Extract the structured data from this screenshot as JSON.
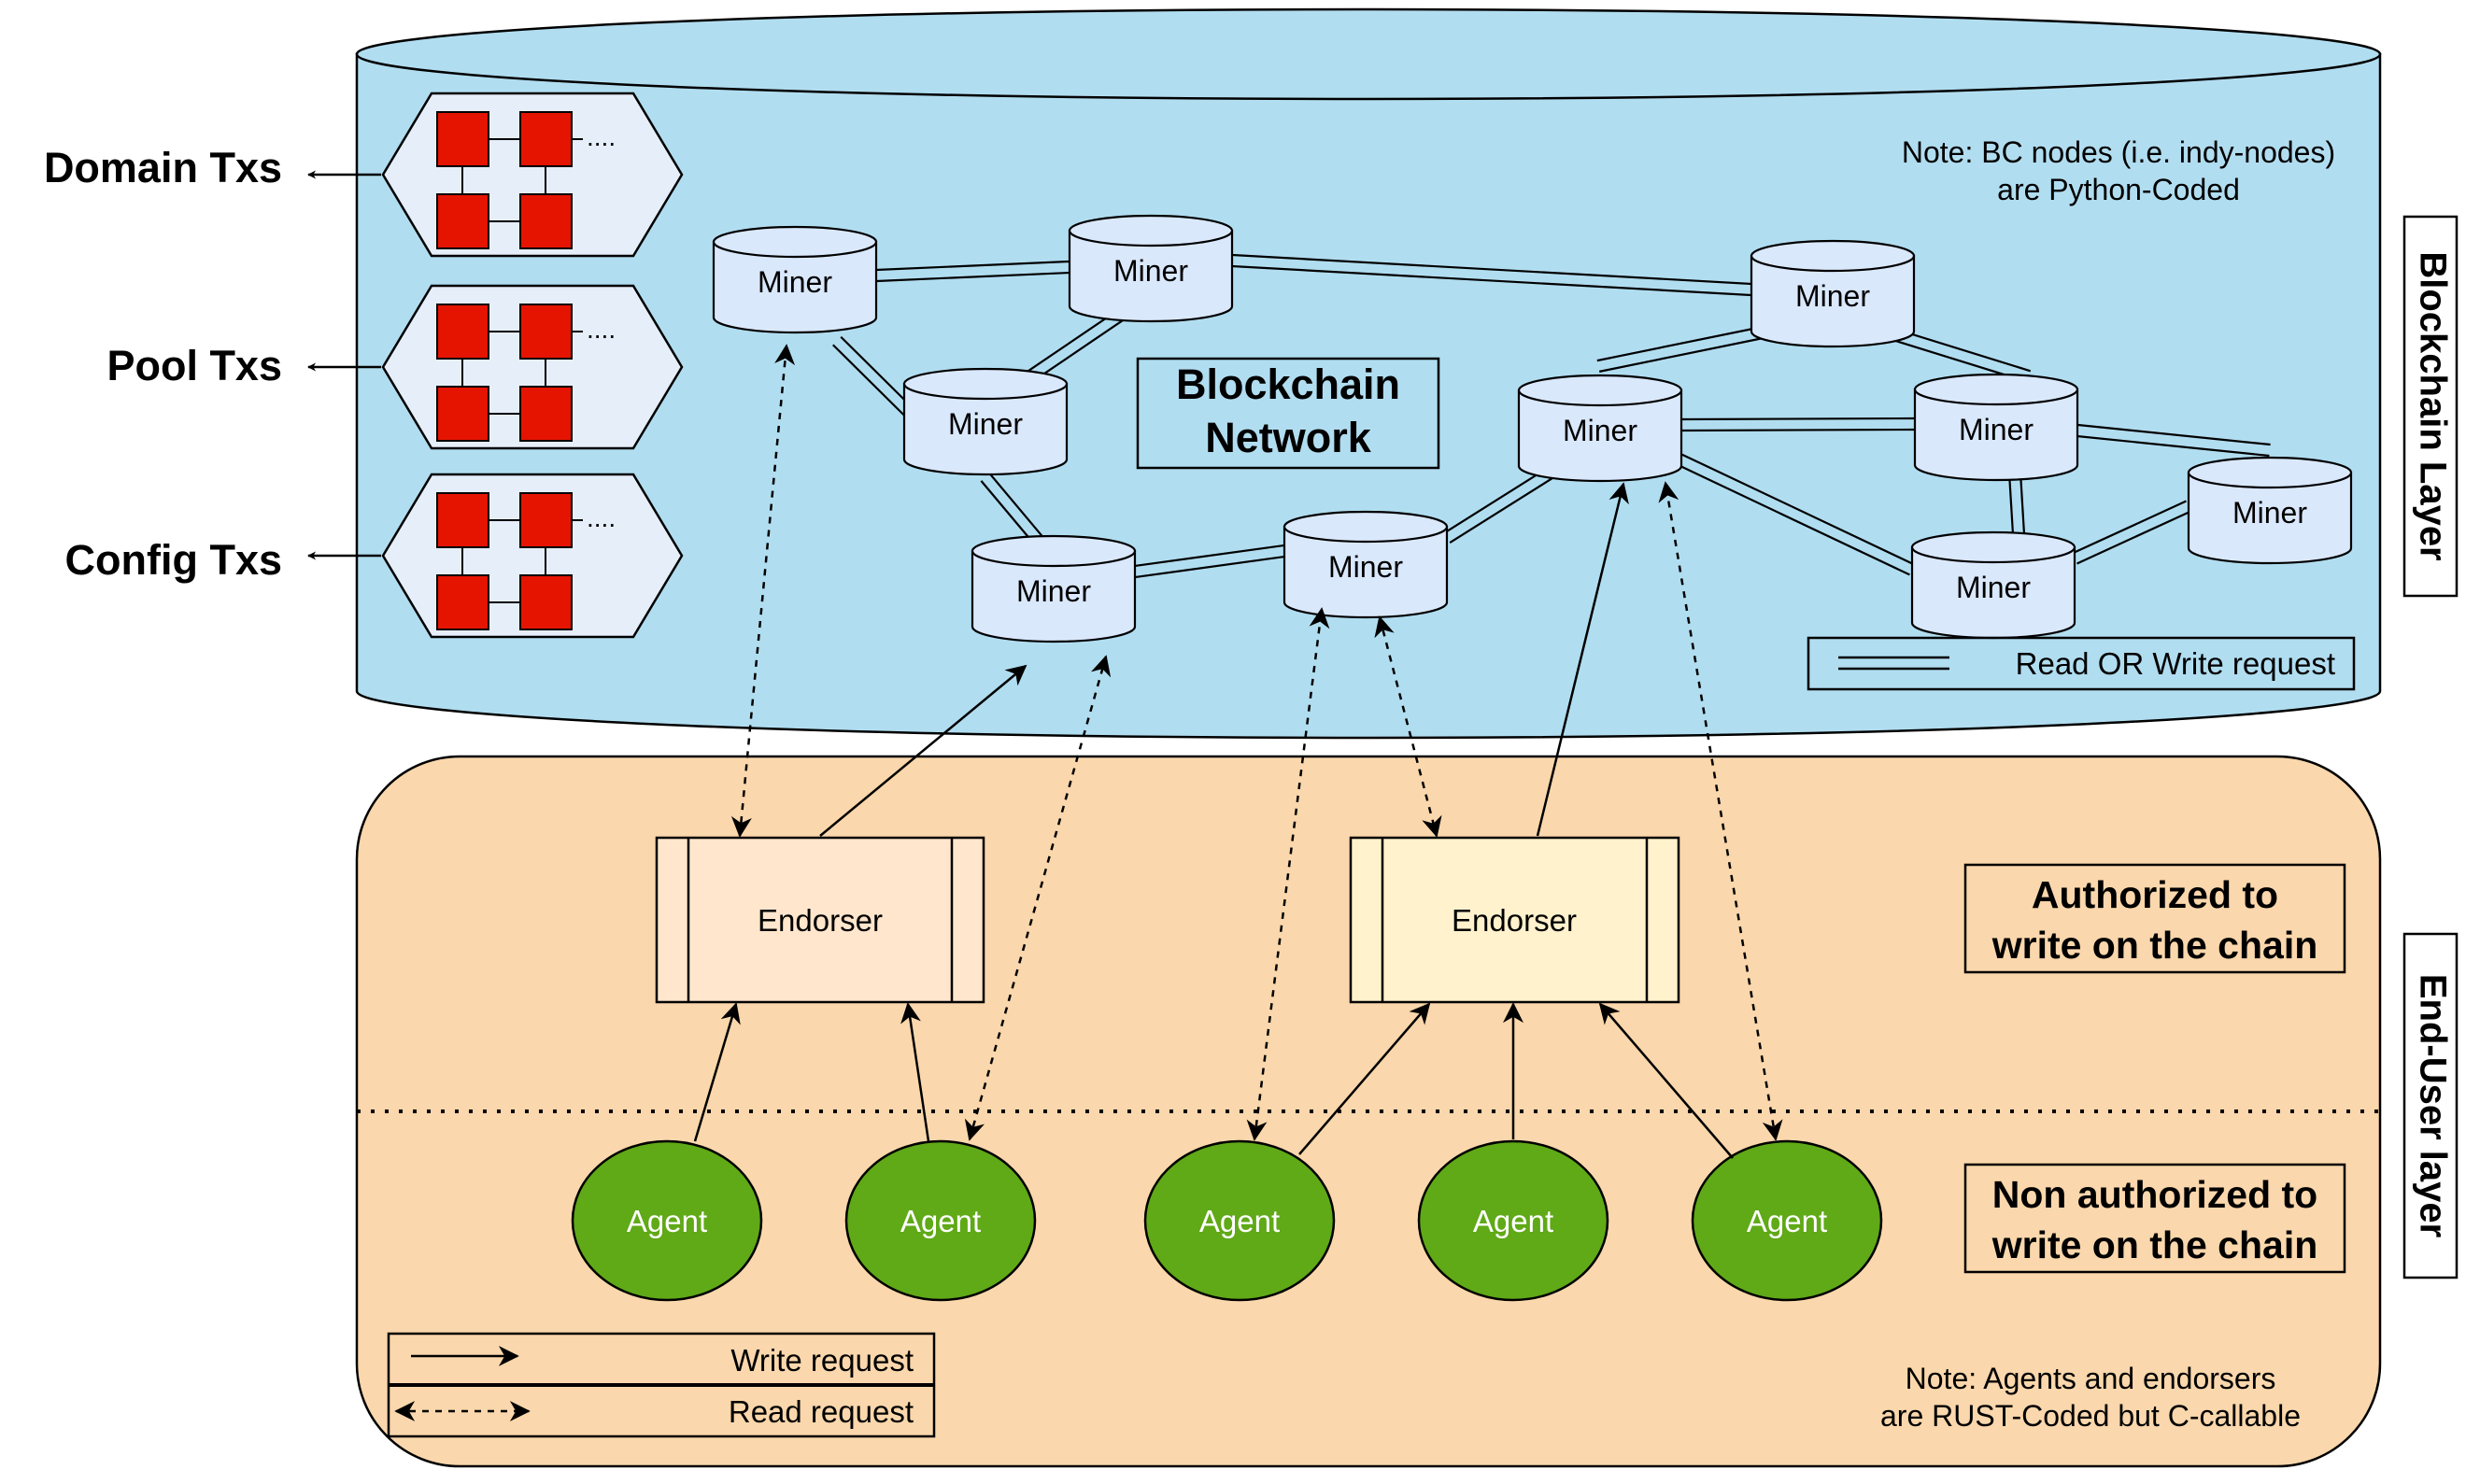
{
  "tx_types": [
    {
      "label": "Domain Txs",
      "ellipsis": "...."
    },
    {
      "label": "Pool Txs",
      "ellipsis": "...."
    },
    {
      "label": "Config Txs",
      "ellipsis": "...."
    }
  ],
  "blockchain": {
    "note_line1": "Note: BC nodes (i.e. indy-nodes)",
    "note_line2": "are Python-Coded",
    "title_line1": "Blockchain",
    "title_line2": "Network",
    "miner_label": "Miner",
    "legend_rw": "Read OR Write request",
    "layer_label": "Blockchain Layer"
  },
  "end_user": {
    "endorser_label": "Endorser",
    "agent_label": "Agent",
    "authorized_line1": "Authorized to",
    "authorized_line2": "write on the chain",
    "non_authorized_line1": "Non authorized to",
    "non_authorized_line2": "write on the chain",
    "legend_write": "Write request",
    "legend_read": "Read request",
    "note_line1": "Note: Agents and endorsers",
    "note_line2": "are RUST-Coded but C-callable",
    "layer_label": "End-User layer"
  },
  "colors": {
    "blockchain_bg": "#b1ddf0",
    "miner_fill": "#dae8fc",
    "end_user_bg": "#fad7ac",
    "endorser1_fill": "#ffe6cc",
    "endorser2_fill": "#fff2cc",
    "agent_fill": "#60a917",
    "block_fill": "#e51400",
    "hex_fill": "#e6eefa"
  }
}
